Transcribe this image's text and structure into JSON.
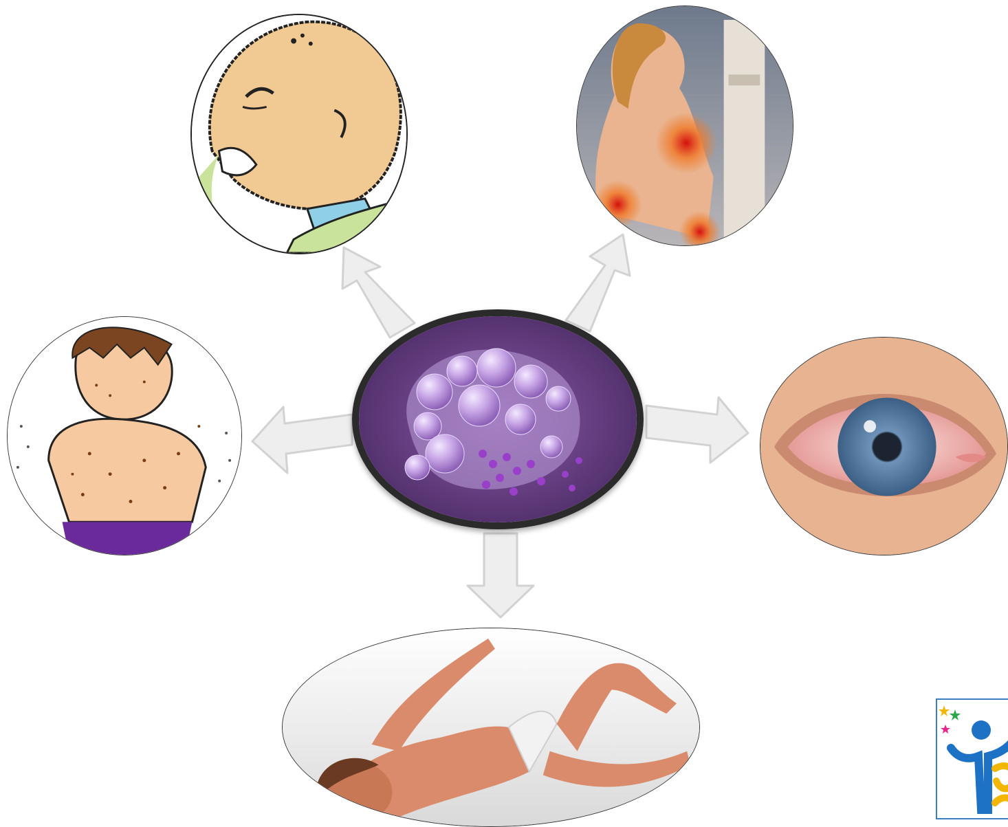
{
  "diagram": {
    "center": {
      "icon": "virus-particle-image",
      "border_color": "#2b2b2b"
    },
    "symptoms": [
      {
        "id": "vomiting",
        "icon": "vomiting-child-image",
        "direction": "up-left"
      },
      {
        "id": "joint-pain",
        "icon": "joint-pain-child-image",
        "direction": "up-right"
      },
      {
        "id": "rash",
        "icon": "itchy-rash-child-image",
        "direction": "left"
      },
      {
        "id": "red-eye",
        "icon": "red-eye-image",
        "direction": "right"
      },
      {
        "id": "seizure",
        "icon": "convulsing-child-image",
        "direction": "down"
      }
    ],
    "arrow_fill": "#eeeeee",
    "arrow_stroke": "#d2d2d2"
  },
  "logo": {
    "icon": "organization-logo",
    "accent_colors": [
      "#1e72c6",
      "#f2b705",
      "#e8258a",
      "#2aa84a"
    ]
  }
}
